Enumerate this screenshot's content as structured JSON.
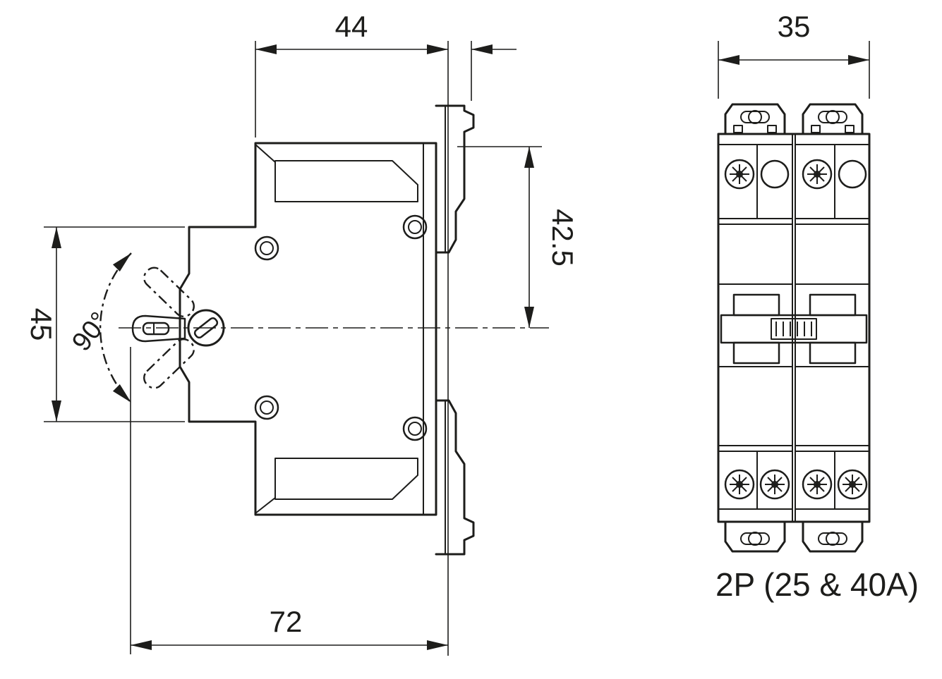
{
  "drawing": {
    "background_color": "#ffffff",
    "line_color": "#1d1d1b",
    "caption": "2P (25 & 40A)",
    "dimensions": {
      "front_to_rail_depth": "44",
      "two_pole_width": "35",
      "rail_top_to_center": "42.5",
      "body_height": "45",
      "handle_rotation_angle": "90°",
      "total_depth": "72"
    }
  }
}
